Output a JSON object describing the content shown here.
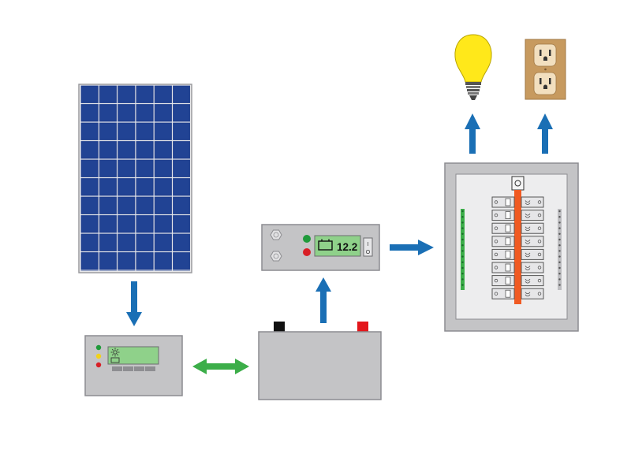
{
  "inverter": {
    "voltage_readout": "12.2",
    "switch_on_label": "I",
    "switch_off_label": "O"
  },
  "colors": {
    "arrow_blue": "#1a6fb5",
    "arrow_green": "#3cae49",
    "panel_cell": "#1f3f8f",
    "device_gray": "#c4c4c6",
    "lcd_green": "#8fd18a",
    "bulb_yellow": "#ffe81a",
    "outlet_plate": "#c79a5f",
    "battery_red_terminal": "#e3161b",
    "battery_black_terminal": "#111111",
    "breaker_orange": "#f05a22"
  },
  "icons": [
    "solar-panel-icon",
    "charge-controller-icon",
    "sun-icon",
    "battery-icon",
    "inverter-icon",
    "breaker-panel-icon",
    "light-bulb-icon",
    "wall-outlet-icon"
  ]
}
